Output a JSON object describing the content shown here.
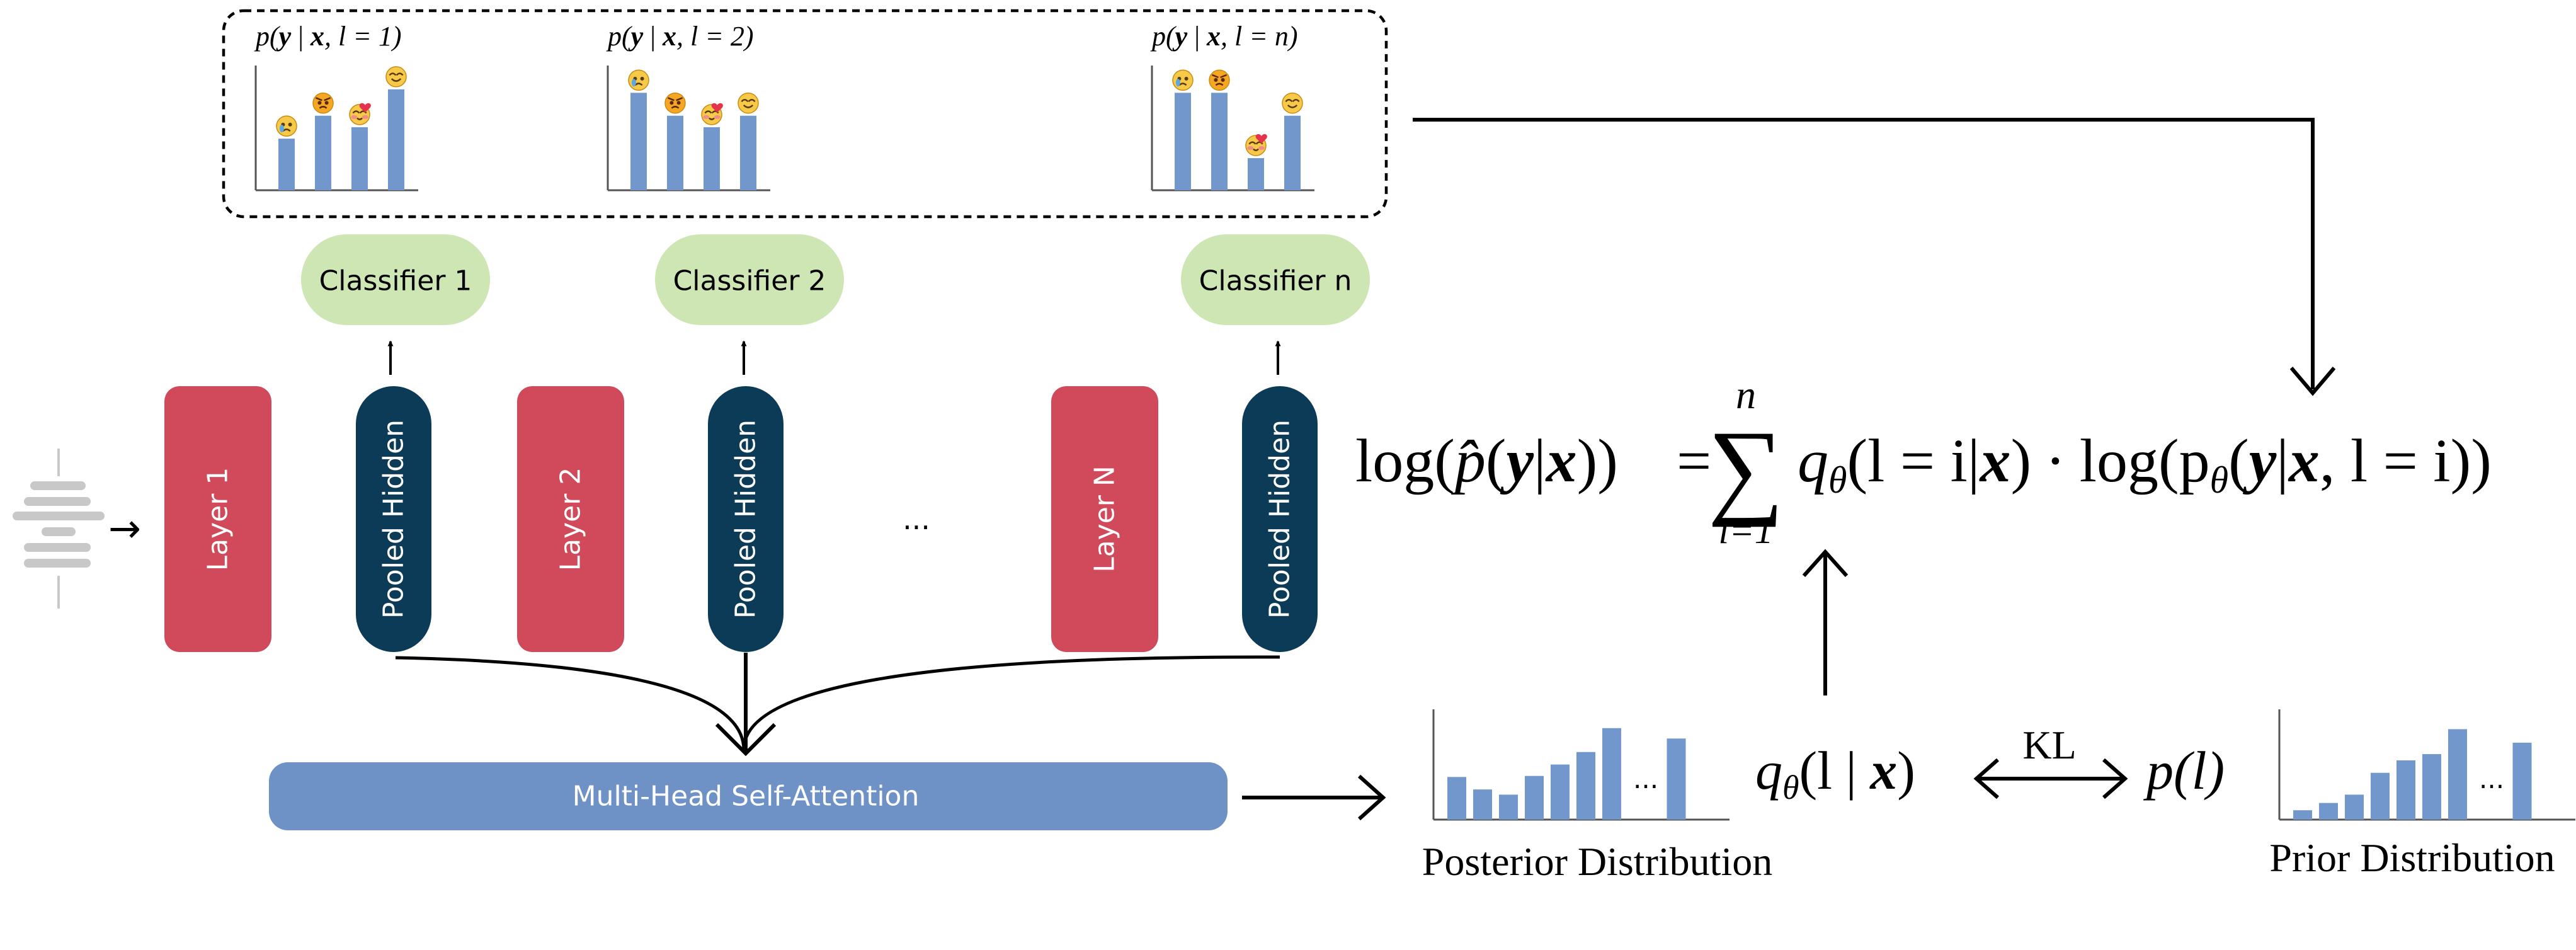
{
  "input": {
    "arrow": "→"
  },
  "layers": [
    {
      "label": "Layer 1"
    },
    {
      "label": "Layer 2"
    },
    {
      "label": "Layer N"
    }
  ],
  "pooled": [
    {
      "label": "Pooled Hidden"
    },
    {
      "label": "Pooled Hidden"
    },
    {
      "label": "Pooled Hidden"
    }
  ],
  "classifiers": [
    {
      "label": "Classifier 1"
    },
    {
      "label": "Classifier 2"
    },
    {
      "label": "Classifier n"
    }
  ],
  "ellipsis": "...",
  "attention": {
    "label": "Multi-Head Self-Attention"
  },
  "classifier_outputs": [
    {
      "title_pre": "p(",
      "title_y": "y",
      "title_mid1": " | ",
      "title_x": "x",
      "title_post": ", l = 1)",
      "values": [
        0.45,
        0.65,
        0.55,
        0.88
      ],
      "emojis": [
        "sad",
        "angry",
        "love",
        "happy"
      ]
    },
    {
      "title_pre": "p(",
      "title_y": "y",
      "title_mid1": " | ",
      "title_x": "x",
      "title_post": ", l = 2)",
      "values": [
        0.85,
        0.65,
        0.55,
        0.65
      ],
      "emojis": [
        "sad",
        "angry",
        "love",
        "happy"
      ]
    },
    {
      "title_pre": "p(",
      "title_y": "y",
      "title_mid1": " | ",
      "title_x": "x",
      "title_post": ", l = n)",
      "values": [
        0.85,
        0.85,
        0.28,
        0.65
      ],
      "emojis": [
        "sad",
        "angry",
        "love",
        "happy"
      ]
    }
  ],
  "formula": {
    "lhs_pre": "log(",
    "lhs_p": "p̂",
    "lhs_paren": "(",
    "lhs_y": "y",
    "lhs_bar": "|",
    "lhs_x": "x",
    "lhs_close": "))",
    "equals": "=",
    "sum_symbol": "∑",
    "sum_upper": "n",
    "sum_lower": "i=1",
    "q": "q",
    "q_sub": "θ",
    "q_args": "(l = i|",
    "q_x": "x",
    "q_close": ")",
    "dot": "·",
    "log_pre": "log(p",
    "log_sub": "θ",
    "log_paren": "(",
    "log_y": "y",
    "log_bar": "|",
    "log_x": "x",
    "log_rest": ", l = i))"
  },
  "posterior": {
    "label": "Posterior Distribution",
    "values": [
      0.41,
      0.29,
      0.24,
      0.42,
      0.53,
      0.65,
      0.88,
      0.78
    ],
    "dots": "...",
    "q": "q",
    "q_sub": "θ",
    "q_args": "(l | ",
    "q_x": "x",
    "q_close": ")"
  },
  "kl": {
    "label": "KL"
  },
  "prior": {
    "label": "Prior Distribution",
    "values": [
      0.09,
      0.16,
      0.24,
      0.45,
      0.57,
      0.63,
      0.87,
      0.74
    ],
    "dots": "...",
    "p": "p(l)"
  },
  "colors": {
    "layer": "#d14a5b",
    "pooled": "#0b3b57",
    "classifier": "#cde6b3",
    "attention": "#6f92c6",
    "bar": "#7297cd",
    "input_icon": "#c8c8c8"
  }
}
